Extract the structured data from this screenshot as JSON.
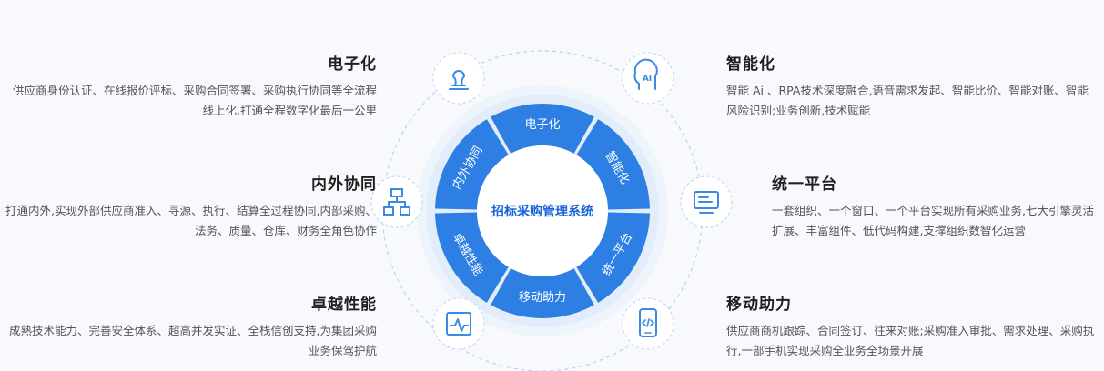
{
  "center": {
    "label": "招标采购管理系统"
  },
  "wheel": {
    "segments": [
      {
        "label": "电子化"
      },
      {
        "label": "智能化"
      },
      {
        "label": "统一平台"
      },
      {
        "label": "移动助力"
      },
      {
        "label": "卓越性能"
      },
      {
        "label": "内外协同"
      }
    ]
  },
  "features": {
    "electronic": {
      "title": "电子化",
      "desc": "供应商身份认证、在线报价评标、采购合同签署、采购执行协同等全流程线上化,打通全程数字化最后一公里"
    },
    "collaboration": {
      "title": "内外协同",
      "desc": "打通内外,实现外部供应商准入、寻源、执行、结算全过程协同,内部采购、法务、质量、仓库、财务全角色协作"
    },
    "performance": {
      "title": "卓越性能",
      "desc": "成熟技术能力、完善安全体系、超高并发实证、全栈信创支持,为集团采购业务保驾护航"
    },
    "intelligent": {
      "title": "智能化",
      "desc": "智能 Ai 、RPA技术深度融合,语音需求发起、智能比价、智能对账、智能风险识别;业务创新,技术赋能"
    },
    "platform": {
      "title": "统一平台",
      "desc": "一套组织、一个窗口、一个平台实现所有采购业务,七大引擎灵活扩展、丰富组件、低代码构建,支撑组织数智化运营"
    },
    "mobile": {
      "title": "移动助力",
      "desc": "供应商商机跟踪、合同签订、往来对账;采购准入审批、需求处理、采购执行,一部手机实现采购全业务全场景开展"
    }
  },
  "colors": {
    "ring": "#2d7fe3",
    "accent": "#1a63d8",
    "icon": "#3b8ae6"
  },
  "icons": [
    "stamp-icon",
    "ai-head-icon",
    "org-chart-icon",
    "monitor-icon",
    "pulse-chart-icon",
    "mobile-code-icon"
  ]
}
